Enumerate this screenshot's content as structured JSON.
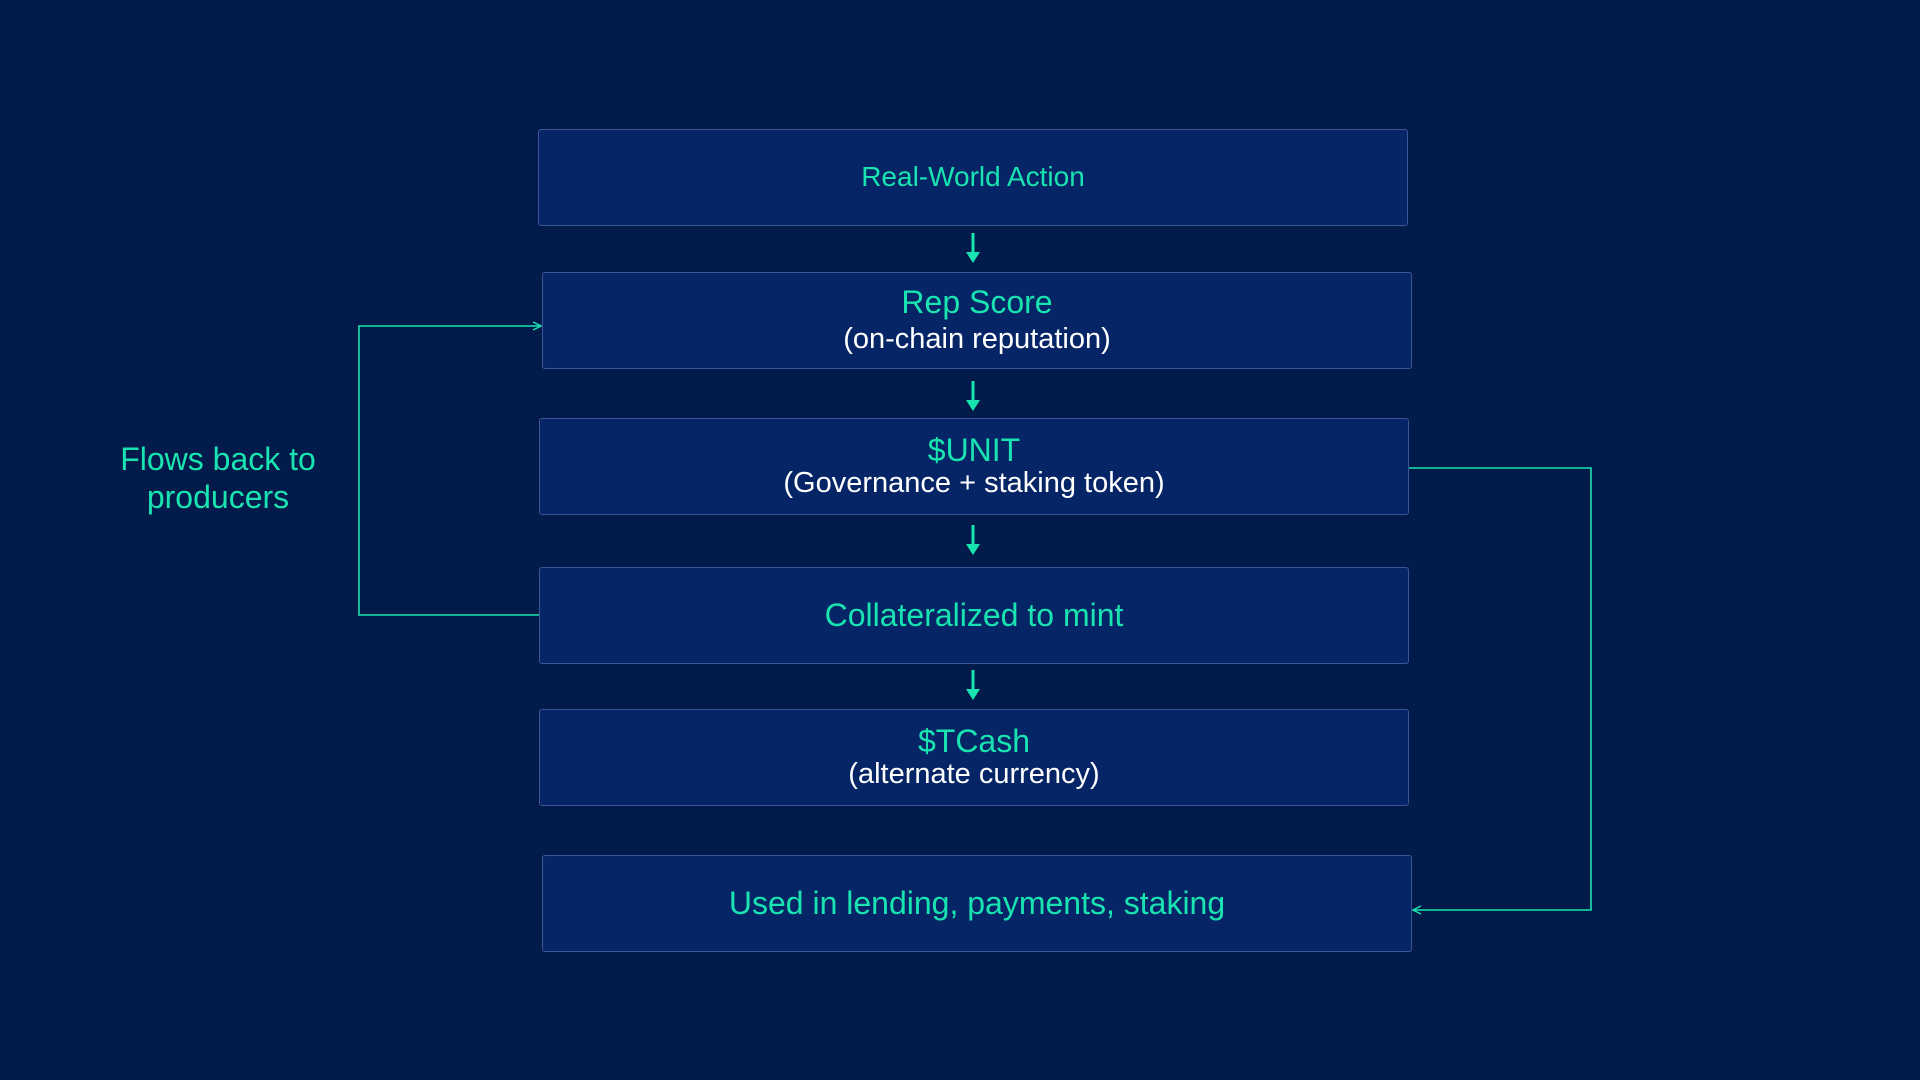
{
  "diagram": {
    "nodes": [
      {
        "id": "real-world-action",
        "title": "Real-World Action",
        "subtitle": ""
      },
      {
        "id": "rep-score",
        "title": "Rep Score",
        "subtitle": "(on-chain reputation)"
      },
      {
        "id": "unit",
        "title": "$UNIT",
        "subtitle": "(Governance + staking token)"
      },
      {
        "id": "collateralized",
        "title": "Collateralized to mint",
        "subtitle": ""
      },
      {
        "id": "tcash",
        "title": "$TCash",
        "subtitle": "(alternate currency)"
      },
      {
        "id": "used-in",
        "title": "Used in lending, payments, staking",
        "subtitle": ""
      }
    ],
    "side_label": "Flows back to producers"
  },
  "colors": {
    "background": "#021b4a",
    "box_fill": "#062566",
    "box_border": "#3b5596",
    "accent": "#19e3b0",
    "text": "#ffffff"
  }
}
